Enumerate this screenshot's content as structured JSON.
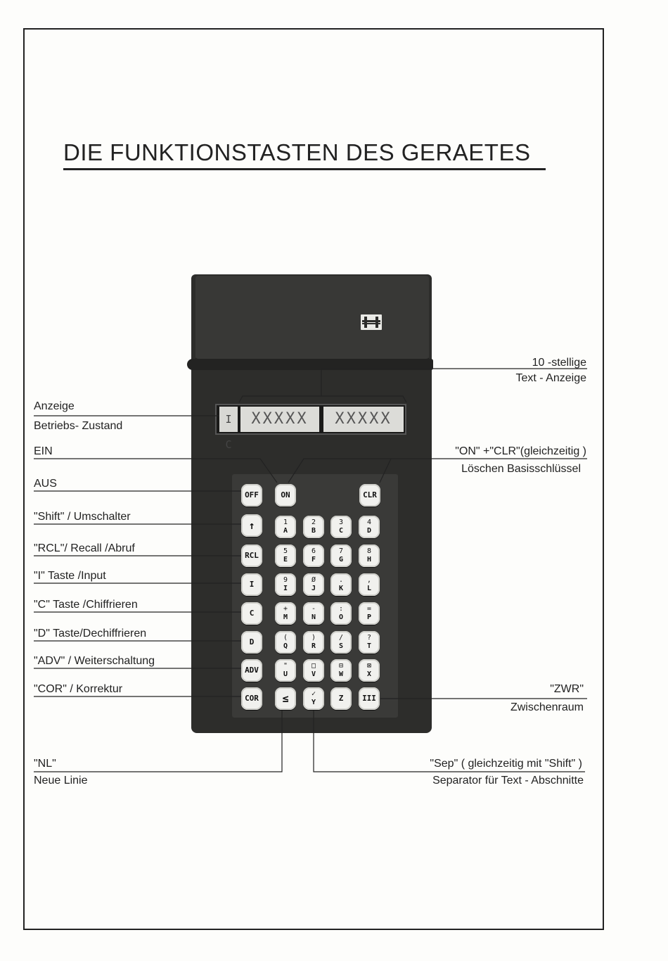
{
  "title": "DIE FUNKTIONSTASTEN DES GERAETES",
  "display": {
    "status_glyph": "I C",
    "segment_left": "XXXXX",
    "segment_right": "XXXXX"
  },
  "labels": {
    "anzeige_line1": "Anzeige",
    "anzeige_line2": "Betriebs- Zustand",
    "ein": "EIN",
    "aus": "AUS",
    "shift": "\"Shift\" / Umschalter",
    "rcl": "\"RCL\"/  Recall /Abruf",
    "input": "\"I\" Taste /Input",
    "chiffrieren": "\"C\" Taste /Chiffrieren",
    "dechiffrieren": "\"D\" Taste/Dechiffrieren",
    "adv": "\"ADV\" / Weiterschaltung",
    "cor": "\"COR\"  /  Korrektur",
    "text_line1": "10 -stellige",
    "text_line2": "Text - Anzeige",
    "onclr_line1": "\"ON\" +\"CLR\"(gleichzeitig )",
    "onclr_line2": "Löschen  Basisschlüssel",
    "zwr_line1": "\"ZWR\"",
    "zwr_line2": "Zwischenraum",
    "nl_line1": "\"NL\"",
    "nl_line2": "Neue  Linie",
    "sep_line1": "\"Sep\" ( gleichzeitig  mit  \"Shift\" )",
    "sep_line2": "Separator  für  Text - Abschnitte"
  },
  "keys": {
    "off": "OFF",
    "on": "ON",
    "clr": "CLR",
    "shift": "↑",
    "rcl": "RCL",
    "input": "I",
    "c": "C",
    "d": "D",
    "adv": "ADV",
    "cor": "COR",
    "k1": [
      "1",
      "A"
    ],
    "k2": [
      "2",
      "B"
    ],
    "k3": [
      "3",
      "C"
    ],
    "k4": [
      "4",
      "D"
    ],
    "k5": [
      "5",
      "E"
    ],
    "k6": [
      "6",
      "F"
    ],
    "k7": [
      "7",
      "G"
    ],
    "k8": [
      "8",
      "H"
    ],
    "k9": [
      "9",
      "I"
    ],
    "k10": [
      "Ø",
      "J"
    ],
    "k11": [
      ".",
      "K"
    ],
    "k12": [
      ",",
      "L"
    ],
    "k13": [
      "+",
      "M"
    ],
    "k14": [
      "-",
      "N"
    ],
    "k15": [
      ":",
      "O"
    ],
    "k16": [
      "=",
      "P"
    ],
    "k17": [
      "(",
      "Q"
    ],
    "k18": [
      ")",
      "R"
    ],
    "k19": [
      "/",
      "S"
    ],
    "k20": [
      "?",
      "T"
    ],
    "k21": [
      "\"",
      "U"
    ],
    "k22": [
      "□",
      "V"
    ],
    "k23": [
      "⊟",
      "W"
    ],
    "k24": [
      "⊠",
      "X"
    ],
    "nl": "≤",
    "sep": [
      "✓",
      "Y"
    ],
    "z": "Z",
    "zwr": "III"
  }
}
